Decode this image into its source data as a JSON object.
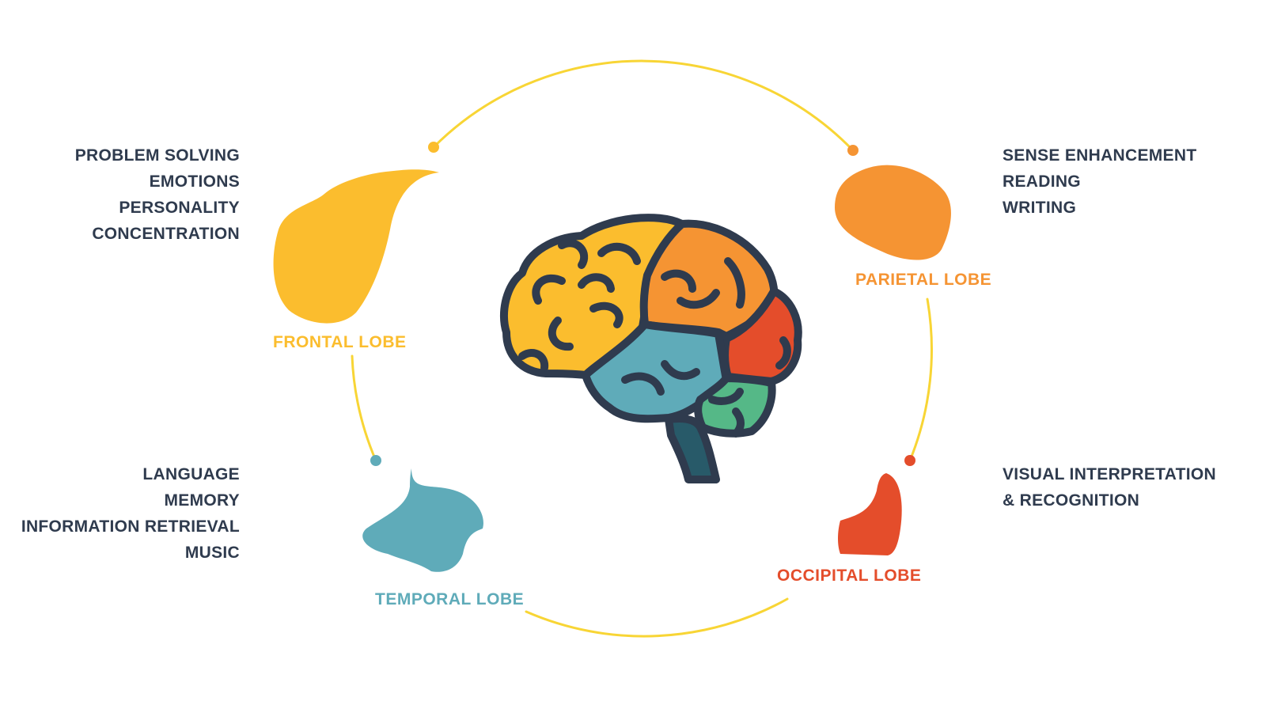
{
  "colors": {
    "frontal": "#fbbd2e",
    "parietal": "#f59433",
    "temporal": "#5fabb9",
    "occipital": "#e44d2b",
    "cerebellum": "#55b887",
    "brainstem": "#285a69",
    "outline": "#2f3b4e",
    "ring": "#f8d535",
    "text": "#2f3b4e"
  },
  "lobes": {
    "frontal": {
      "title": "FRONTAL LOBE",
      "functions": [
        "PROBLEM SOLVING",
        "EMOTIONS",
        "PERSONALITY",
        "CONCENTRATION"
      ]
    },
    "parietal": {
      "title": "PARIETAL LOBE",
      "functions": [
        "SENSE ENHANCEMENT",
        "READING",
        "WRITING"
      ]
    },
    "temporal": {
      "title": "TEMPORAL LOBE",
      "functions": [
        "LANGUAGE",
        "MEMORY",
        "INFORMATION RETRIEVAL",
        "MUSIC"
      ]
    },
    "occipital": {
      "title": "OCCIPITAL LOBE",
      "functions": [
        "VISUAL INTERPRETATION",
        "& RECOGNITION"
      ]
    }
  }
}
